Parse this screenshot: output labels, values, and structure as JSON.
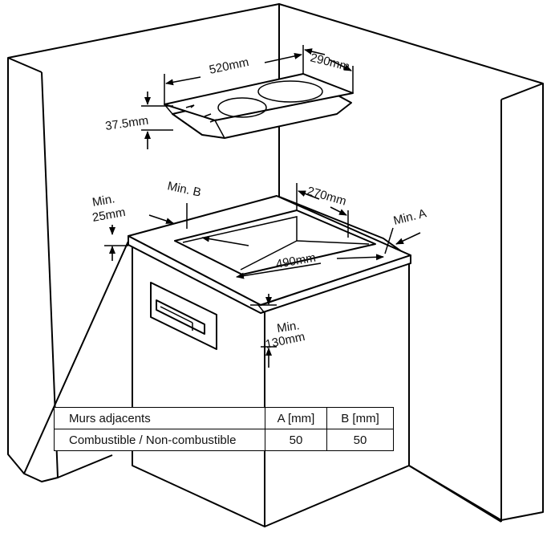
{
  "dimensions": {
    "hob_width": "520mm",
    "hob_depth": "290mm",
    "hob_height": "37.5mm",
    "cutout_depth": "270mm",
    "cutout_width": "490mm",
    "min_b": "Min. B",
    "min_a": "Min. A",
    "min_25_line1": "Min.",
    "min_25_line2": "25mm",
    "min_130_line1": "Min.",
    "min_130_line2": "130mm"
  },
  "table": {
    "header": {
      "label": "Murs adjacents",
      "col_a": "A [mm]",
      "col_b": "B [mm]"
    },
    "row": {
      "label": "Combustible / Non-combustible",
      "a": "50",
      "b": "50"
    }
  }
}
